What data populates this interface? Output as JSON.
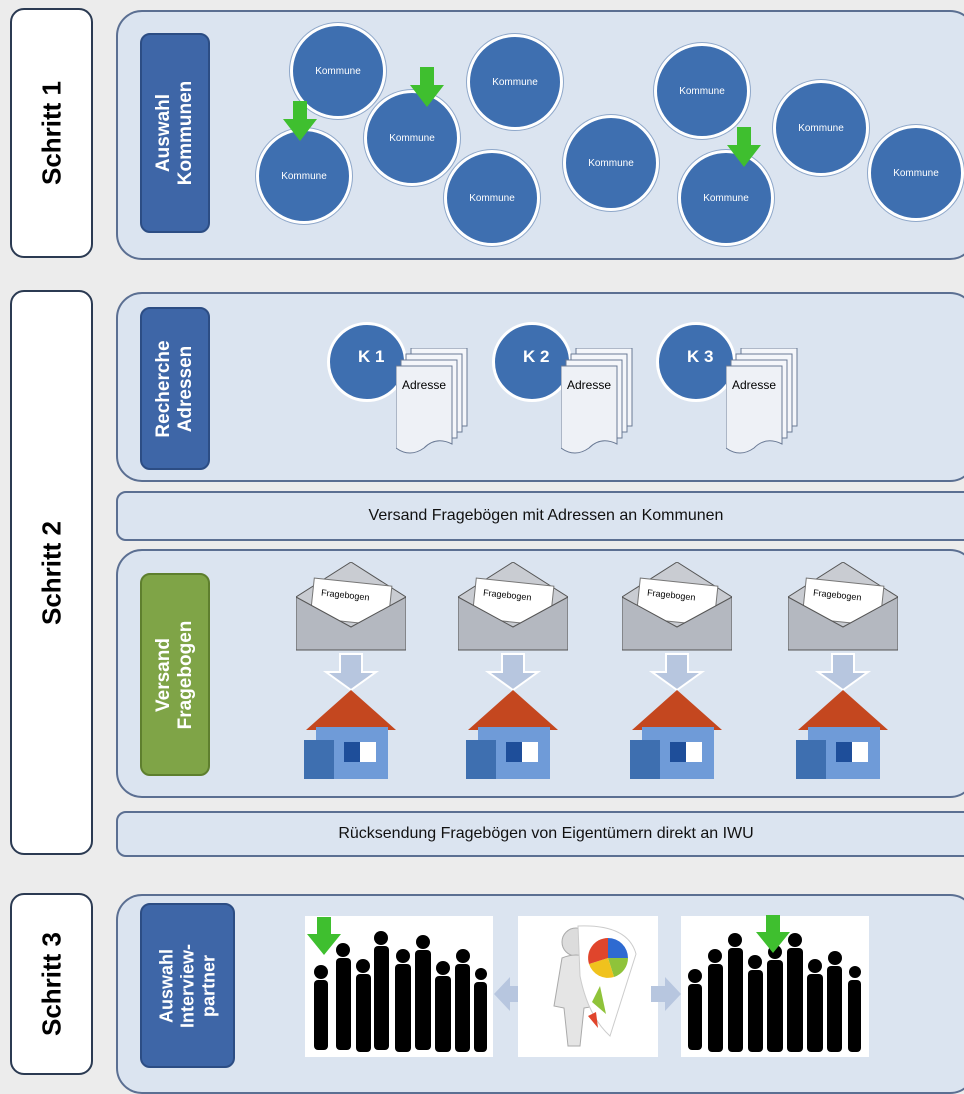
{
  "steps": {
    "step1": "Schritt 1",
    "step2": "Schritt 2",
    "step3": "Schritt 3"
  },
  "step1": {
    "label_line1": "Auswahl",
    "label_line2": "Kommunen",
    "kommune_label": "Kommune"
  },
  "step2": {
    "research_line1": "Recherche",
    "research_line2": "Adressen",
    "k_labels": [
      "K 1",
      "K 2",
      "K 3"
    ],
    "address_label": "Adresse",
    "bar1": "Versand Fragebögen mit Adressen an Kommunen",
    "send_line1": "Versand",
    "send_line2": "Fragebogen",
    "envelope_label": "Fragebogen",
    "bar2": "Rücksendung Fragebögen von Eigentümern direkt an IWU"
  },
  "step3": {
    "label_line1": "Auswahl",
    "label_line2": "Interview-",
    "label_line3": "partner"
  },
  "colors": {
    "panel": "#dbe4f0",
    "circle": "#3e6fb0",
    "label_blue": "#3e66a7",
    "label_green": "#7fa447",
    "arrow_green": "#3fbf2f",
    "roof": "#c4471f"
  }
}
